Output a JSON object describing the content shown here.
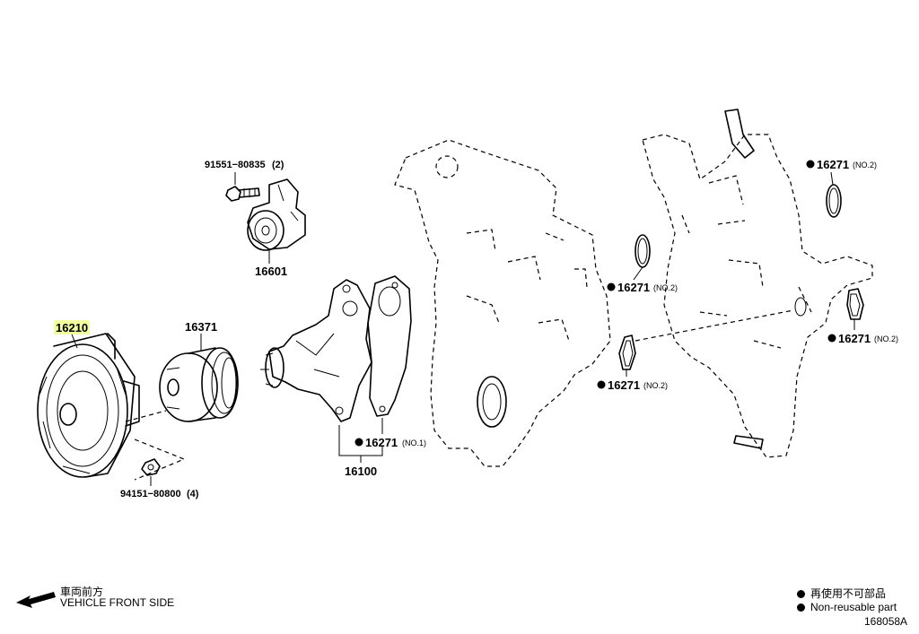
{
  "parts": {
    "p16210": "16210",
    "p16371": "16371",
    "p16601": "16601",
    "p91551": "91551−80835",
    "p91551_qty": "(2)",
    "p94151": "94151−80800",
    "p94151_qty": "(4)",
    "p16100": "16100",
    "g1": "16271",
    "g1_sub": "(NO.1)",
    "g2a": "16271",
    "g2a_sub": "(NO.2)",
    "g2b": "16271",
    "g2b_sub": "(NO.2)",
    "g2c": "16271",
    "g2c_sub": "(NO.2)",
    "g2d": "16271",
    "g2d_sub": "(NO.2)"
  },
  "footer": {
    "front_cn": "車両前方",
    "front_en": "VEHICLE FRONT SIDE",
    "legend_cn": "再使用不可部品",
    "legend_en": "Non-reusable part",
    "diagram_id": "168058A"
  },
  "colors": {
    "highlight": "#f2ff9e",
    "ink": "#000000"
  }
}
